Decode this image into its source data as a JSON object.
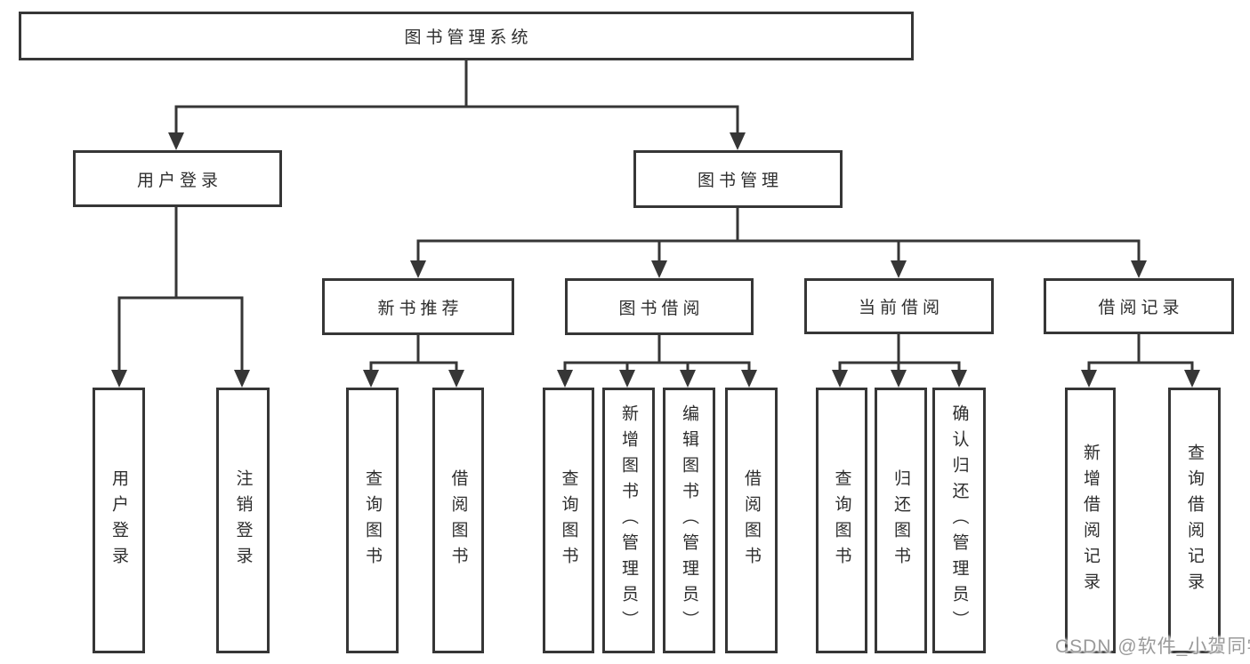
{
  "title": "图书管理系统",
  "tree": {
    "label": "图书管理系统",
    "children": [
      {
        "label": "用户登录",
        "leaves": [
          "用户登录",
          "注销登录"
        ]
      },
      {
        "label": "图书管理",
        "children": [
          {
            "label": "新书推荐",
            "leaves": [
              "查询图书",
              "借阅图书"
            ]
          },
          {
            "label": "图书借阅",
            "leaves": [
              "查询图书",
              "新增图书（管理员）",
              "编辑图书（管理员）",
              "借阅图书"
            ]
          },
          {
            "label": "当前借阅",
            "leaves": [
              "查询图书",
              "归还图书",
              "确认归还（管理员）"
            ]
          },
          {
            "label": "借阅记录",
            "leaves": [
              "新增借阅记录",
              "查询借阅记录"
            ]
          }
        ]
      }
    ]
  },
  "watermark": "CSDN @软件_小贺同学",
  "colors": {
    "line": "#363636",
    "box_border": "#363636",
    "text": "#2e2e2e",
    "watermark_text": "#9a9a9a",
    "background": "#ffffff"
  }
}
